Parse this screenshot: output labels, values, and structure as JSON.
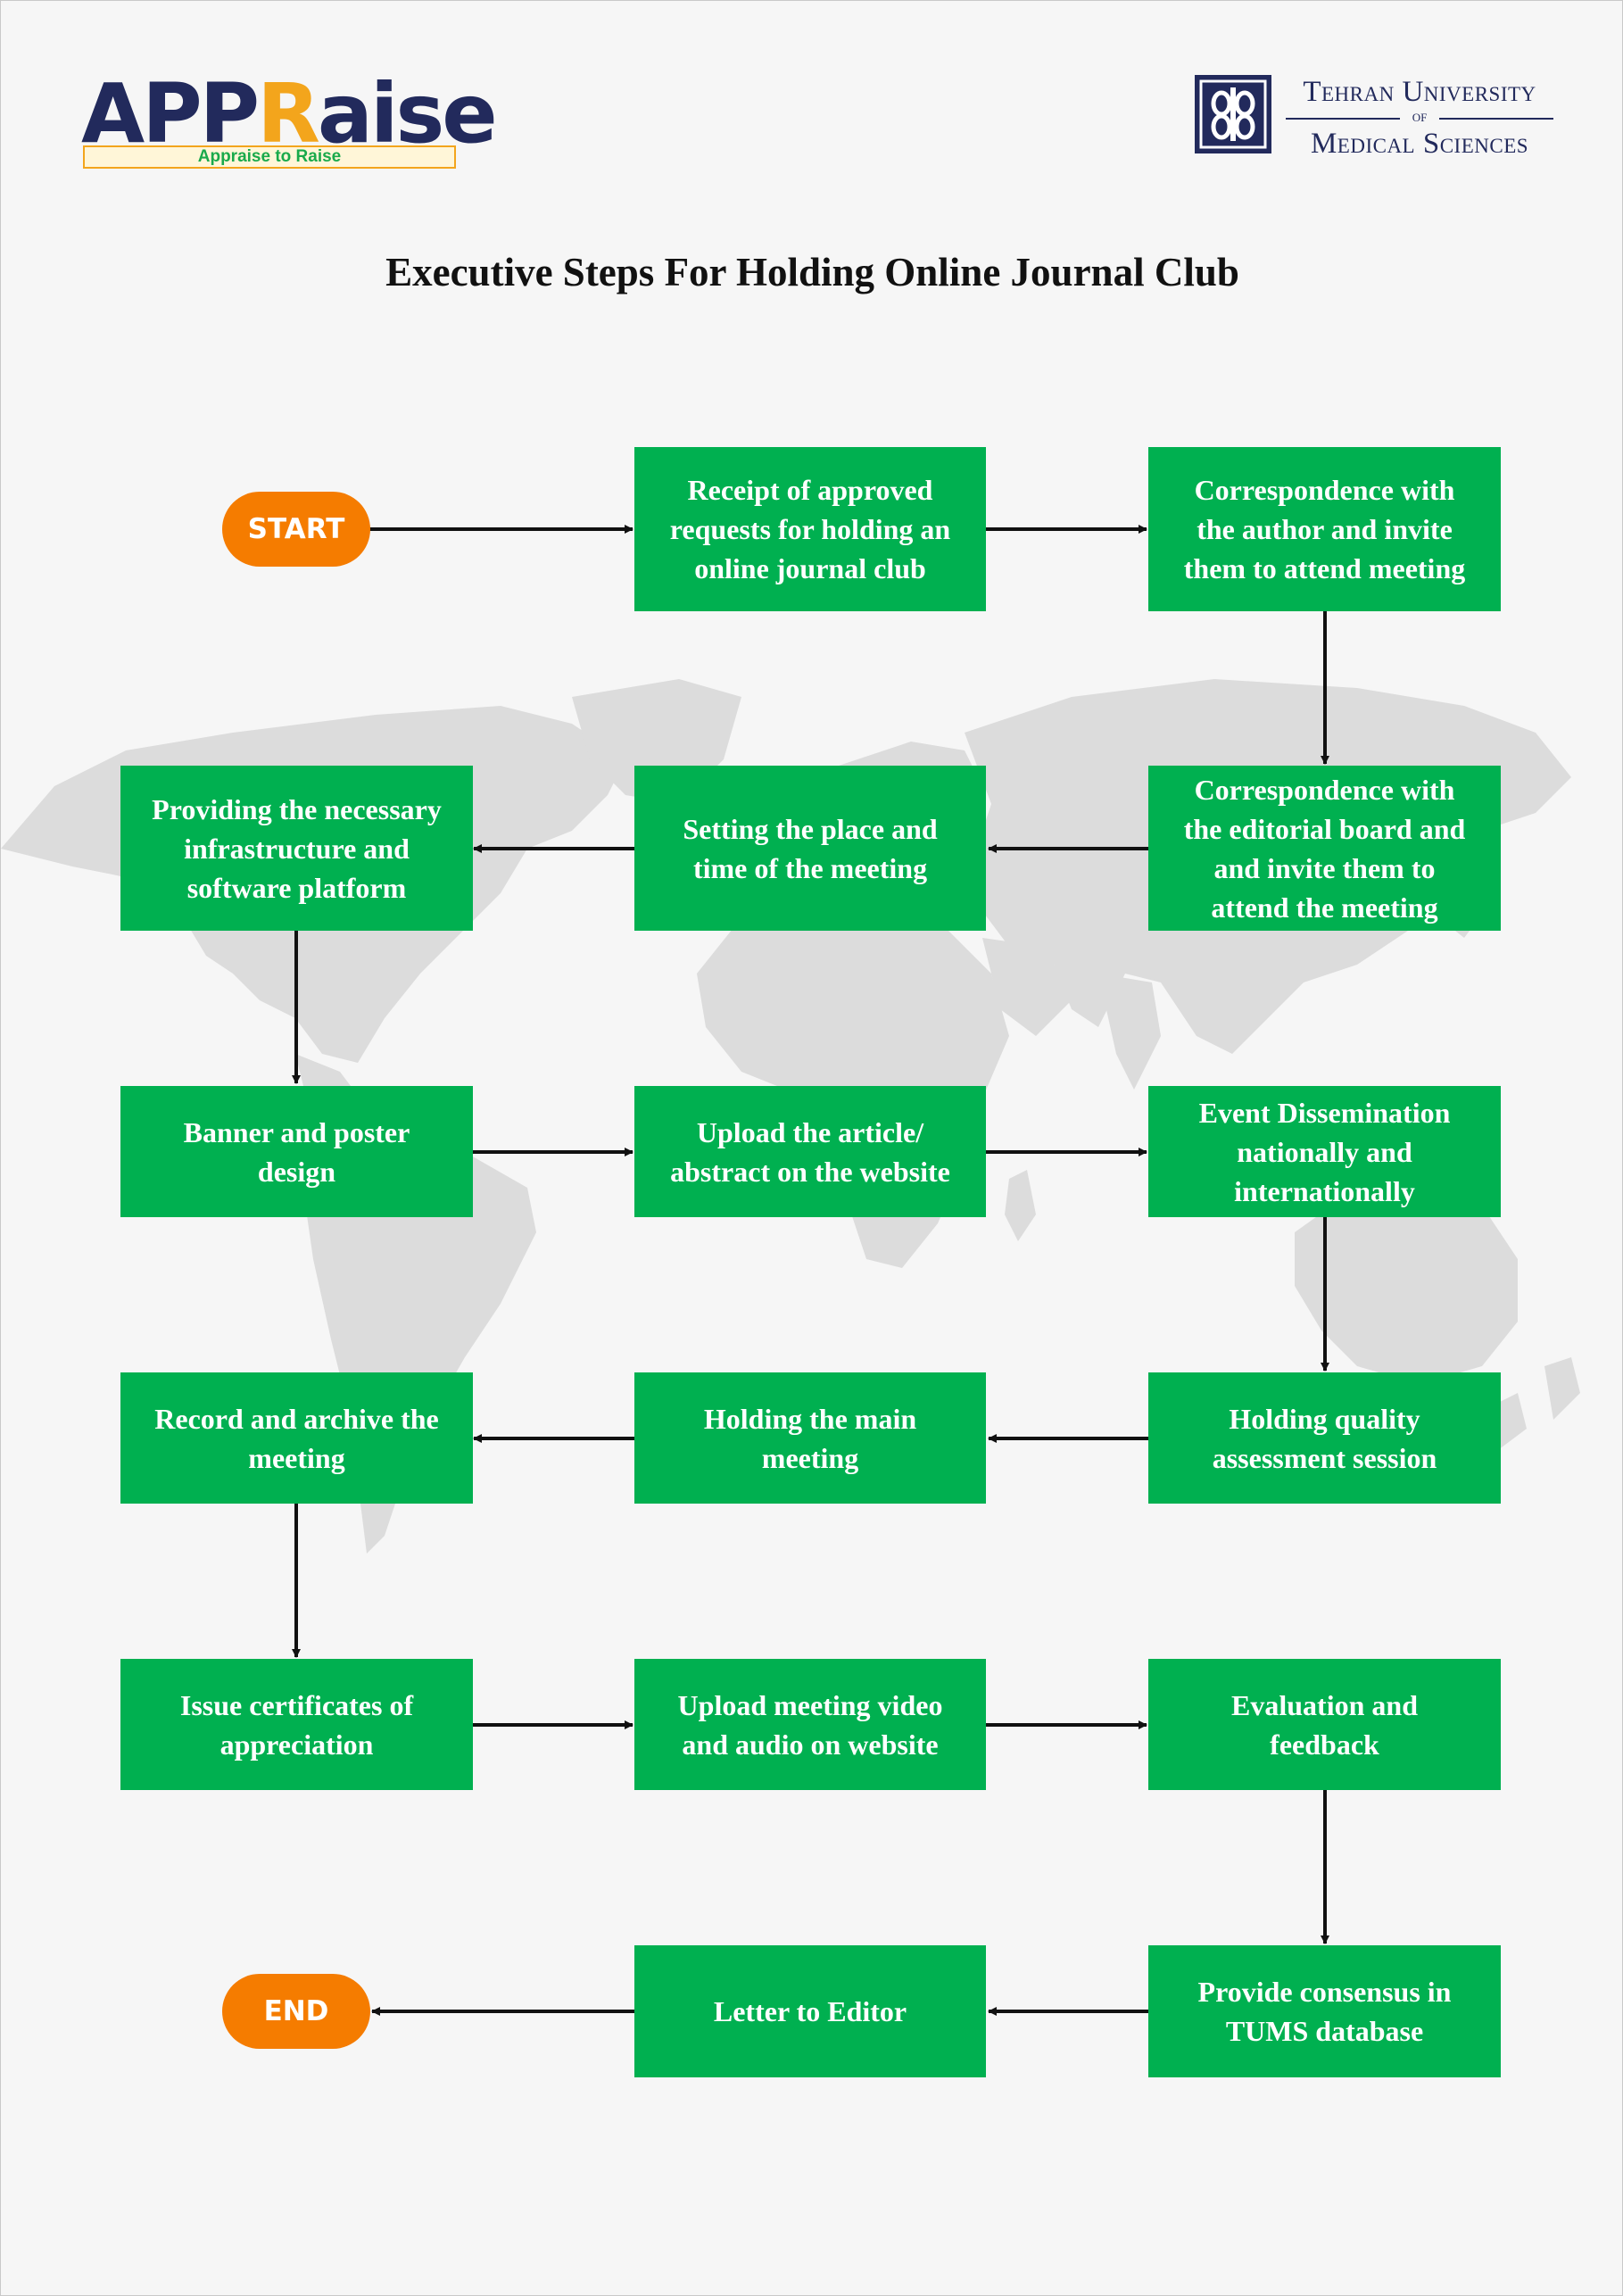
{
  "header": {
    "logo_left": {
      "wordmark_main": "APP",
      "wordmark_accent": "R",
      "wordmark_rest": "aise",
      "tagline": "Appraise to Raise"
    },
    "logo_right": {
      "line1": "Tehran University",
      "line2": "of",
      "line3": "Medical Sciences"
    }
  },
  "title": "Executive Steps For Holding Online Journal Club",
  "flow": {
    "start": "START",
    "end": "END",
    "steps": [
      "Receipt of approved\nrequests for holding an\nonline journal club",
      "Correspondence with\nthe author and invite\nthem to attend meeting",
      "Correspondence with\nthe editorial board and\nand invite them to\nattend the meeting",
      "Setting the place and\ntime of the meeting",
      "Providing the necessary\ninfrastructure and\nsoftware platform",
      "Banner and poster\ndesign",
      "Upload the article/\nabstract on the website",
      "Event Dissemination\nnationally and\ninternationally",
      "Holding quality\nassessment session",
      "Holding the main\nmeeting",
      "Record and archive the\nmeeting",
      "Issue certificates of\nappreciation",
      "Upload meeting video\nand audio on website",
      "Evaluation and\nfeedback",
      "Provide consensus in\nTUMS database",
      "Letter to Editor"
    ]
  },
  "colors": {
    "box": "#00b050",
    "terminal": "#f57c00",
    "arrow": "#111111",
    "brand_navy": "#222a5c",
    "brand_gold": "#f3a51c"
  }
}
